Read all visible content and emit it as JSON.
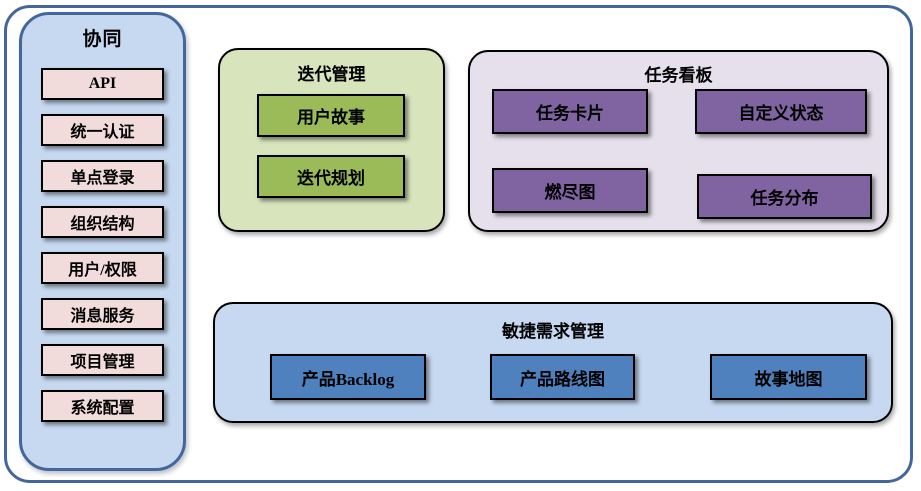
{
  "sidebar": {
    "title": "协同",
    "items": [
      "API",
      "统一认证",
      "单点登录",
      "组织结构",
      "用户/权限",
      "消息服务",
      "项目管理",
      "系统配置"
    ]
  },
  "groups": {
    "iteration": {
      "title": "迭代管理",
      "items": [
        "用户故事",
        "迭代规划"
      ]
    },
    "kanban": {
      "title": "任务看板",
      "items": [
        "任务卡片",
        "自定义状态",
        "燃尽图",
        "任务分布"
      ]
    },
    "agile": {
      "title": "敏捷需求管理",
      "items": [
        "产品Backlog",
        "产品路线图",
        "故事地图"
      ]
    }
  },
  "colors": {
    "frame_border": "#44679B",
    "sidebar_fill": "#C6D9F1",
    "sidebar_item_fill": "#F2DCDB",
    "iteration_fill": "#D8E4BC",
    "iteration_item_fill": "#9BBB59",
    "kanban_fill": "#E6E0EC",
    "kanban_item_fill": "#8064A2",
    "agile_fill": "#C6D9F1",
    "agile_item_fill": "#4E81BD",
    "item_border": "#000000"
  }
}
